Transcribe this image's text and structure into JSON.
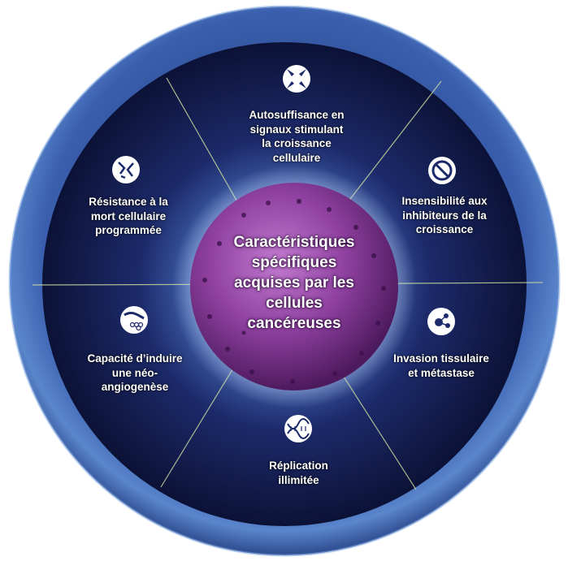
{
  "center_title": "Caractéristiques\nspécifiques\nacquises par les\ncellules\ncancéreuses",
  "segments": [
    {
      "icon": "arrows-converge-icon",
      "label": "Autosuffisance en\nsignaux stimulant\nla croissance\ncellulaire"
    },
    {
      "icon": "blocked-sign-icon",
      "label": "Insensibilité aux\ninhibiteurs de la\ncroissance"
    },
    {
      "icon": "molecule-spread-icon",
      "label": "Invasion tissulaire\net  métastase"
    },
    {
      "icon": "dna-helix-icon",
      "label": "Réplication\nillimitée"
    },
    {
      "icon": "blood-vessel-icon",
      "label": "Capacité d’induire\nune néo-\nangiogenèse"
    },
    {
      "icon": "broken-cell-icon",
      "label": "Résistance à la\nmort cellulaire\nprogrammée"
    }
  ],
  "colors": {
    "shell": "#3d63b0",
    "inner_dark": "#10163e",
    "core": "#8a3f9a",
    "divider": "#c8d8a0",
    "text": "#ffffff"
  }
}
